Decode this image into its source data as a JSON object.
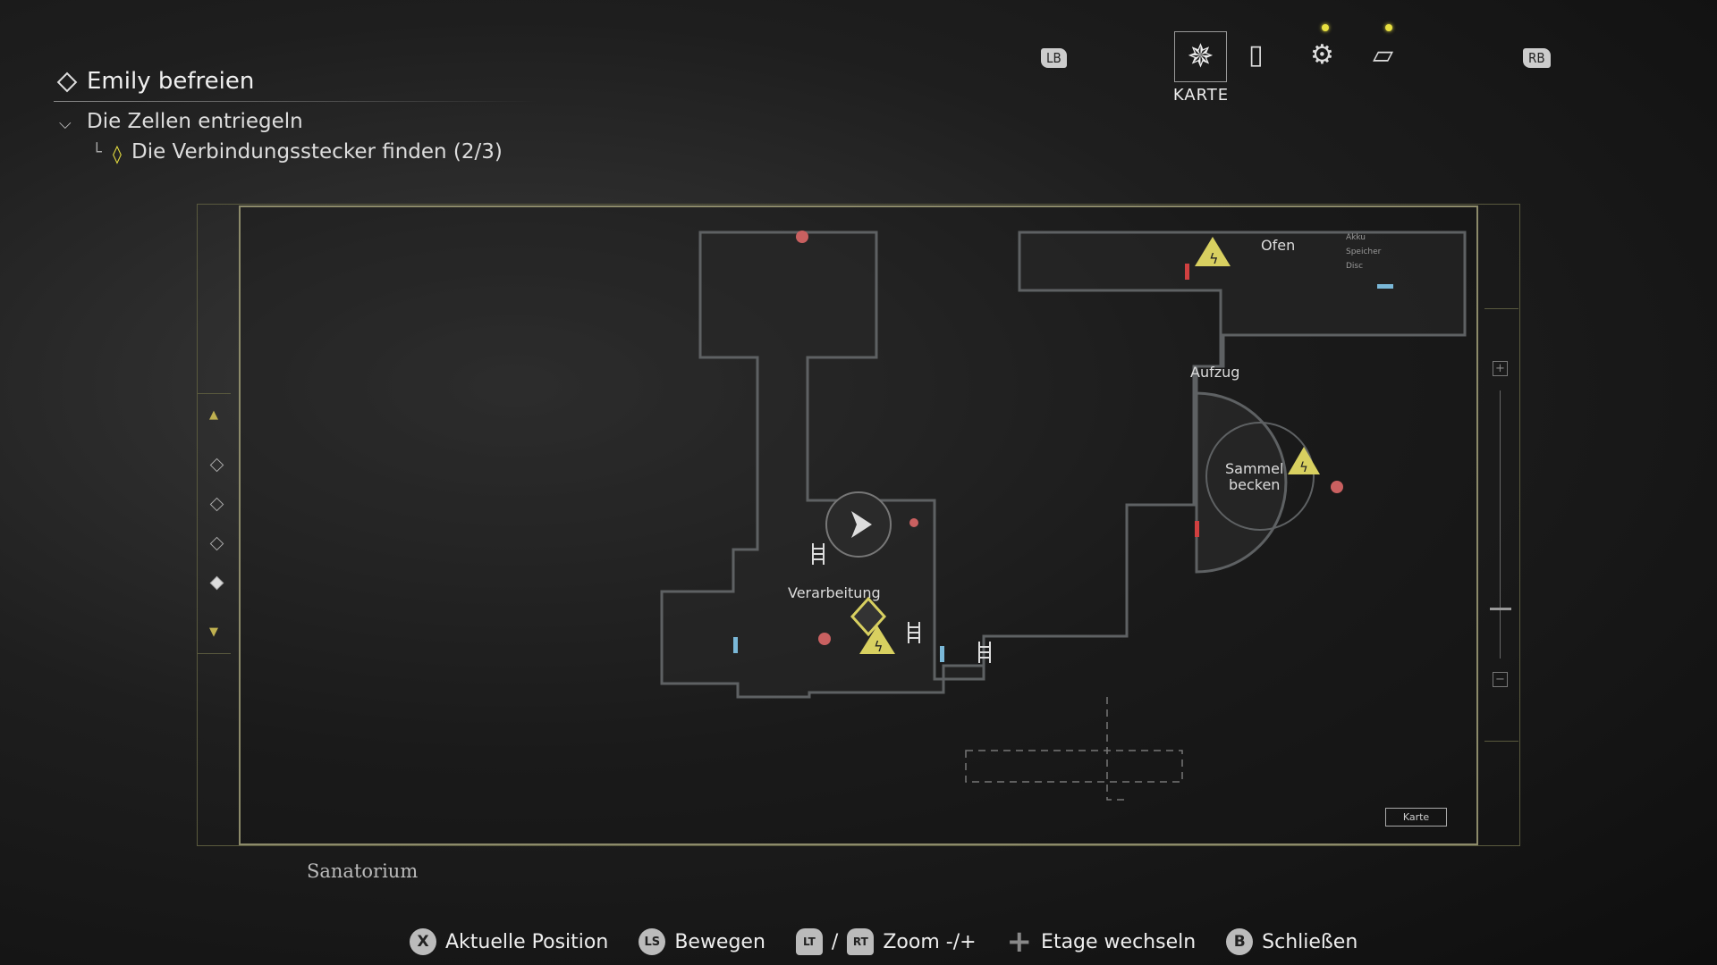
{
  "objectives": {
    "main": "Emily befreien",
    "sub": "Die Zellen entriegeln",
    "task": "Die Verbindungsstecker finden (2/3)"
  },
  "top_nav": {
    "lb": "LB",
    "rb": "RB",
    "active_tab": "KARTE",
    "tabs": [
      "map-icon",
      "backpack-icon",
      "gears-icon",
      "folder-icon"
    ]
  },
  "map": {
    "area": "Sanatorium",
    "labels": {
      "ofen": "Ofen",
      "aufzug": "Aufzug",
      "sammelbecken_1": "Sammel",
      "sammelbecken_2": "becken",
      "verarbeitung": "Verarbeitung"
    },
    "legend": {
      "akku": "Akku",
      "speicher": "Speicher",
      "disc": "Disc"
    },
    "karte_button": "Karte"
  },
  "hints": [
    {
      "key": "X",
      "label": "Aktuelle Position"
    },
    {
      "key": "LS",
      "label": "Bewegen"
    },
    {
      "key": "LT",
      "label": "/"
    },
    {
      "key": "RT",
      "label": "Zoom -/+"
    },
    {
      "key": "+",
      "label": "Etage wechseln"
    },
    {
      "key": "B",
      "label": "Schließen"
    }
  ],
  "colors": {
    "accent": "#e8e040",
    "hazard": "#d8d060",
    "frame": "#8c8a6a"
  }
}
